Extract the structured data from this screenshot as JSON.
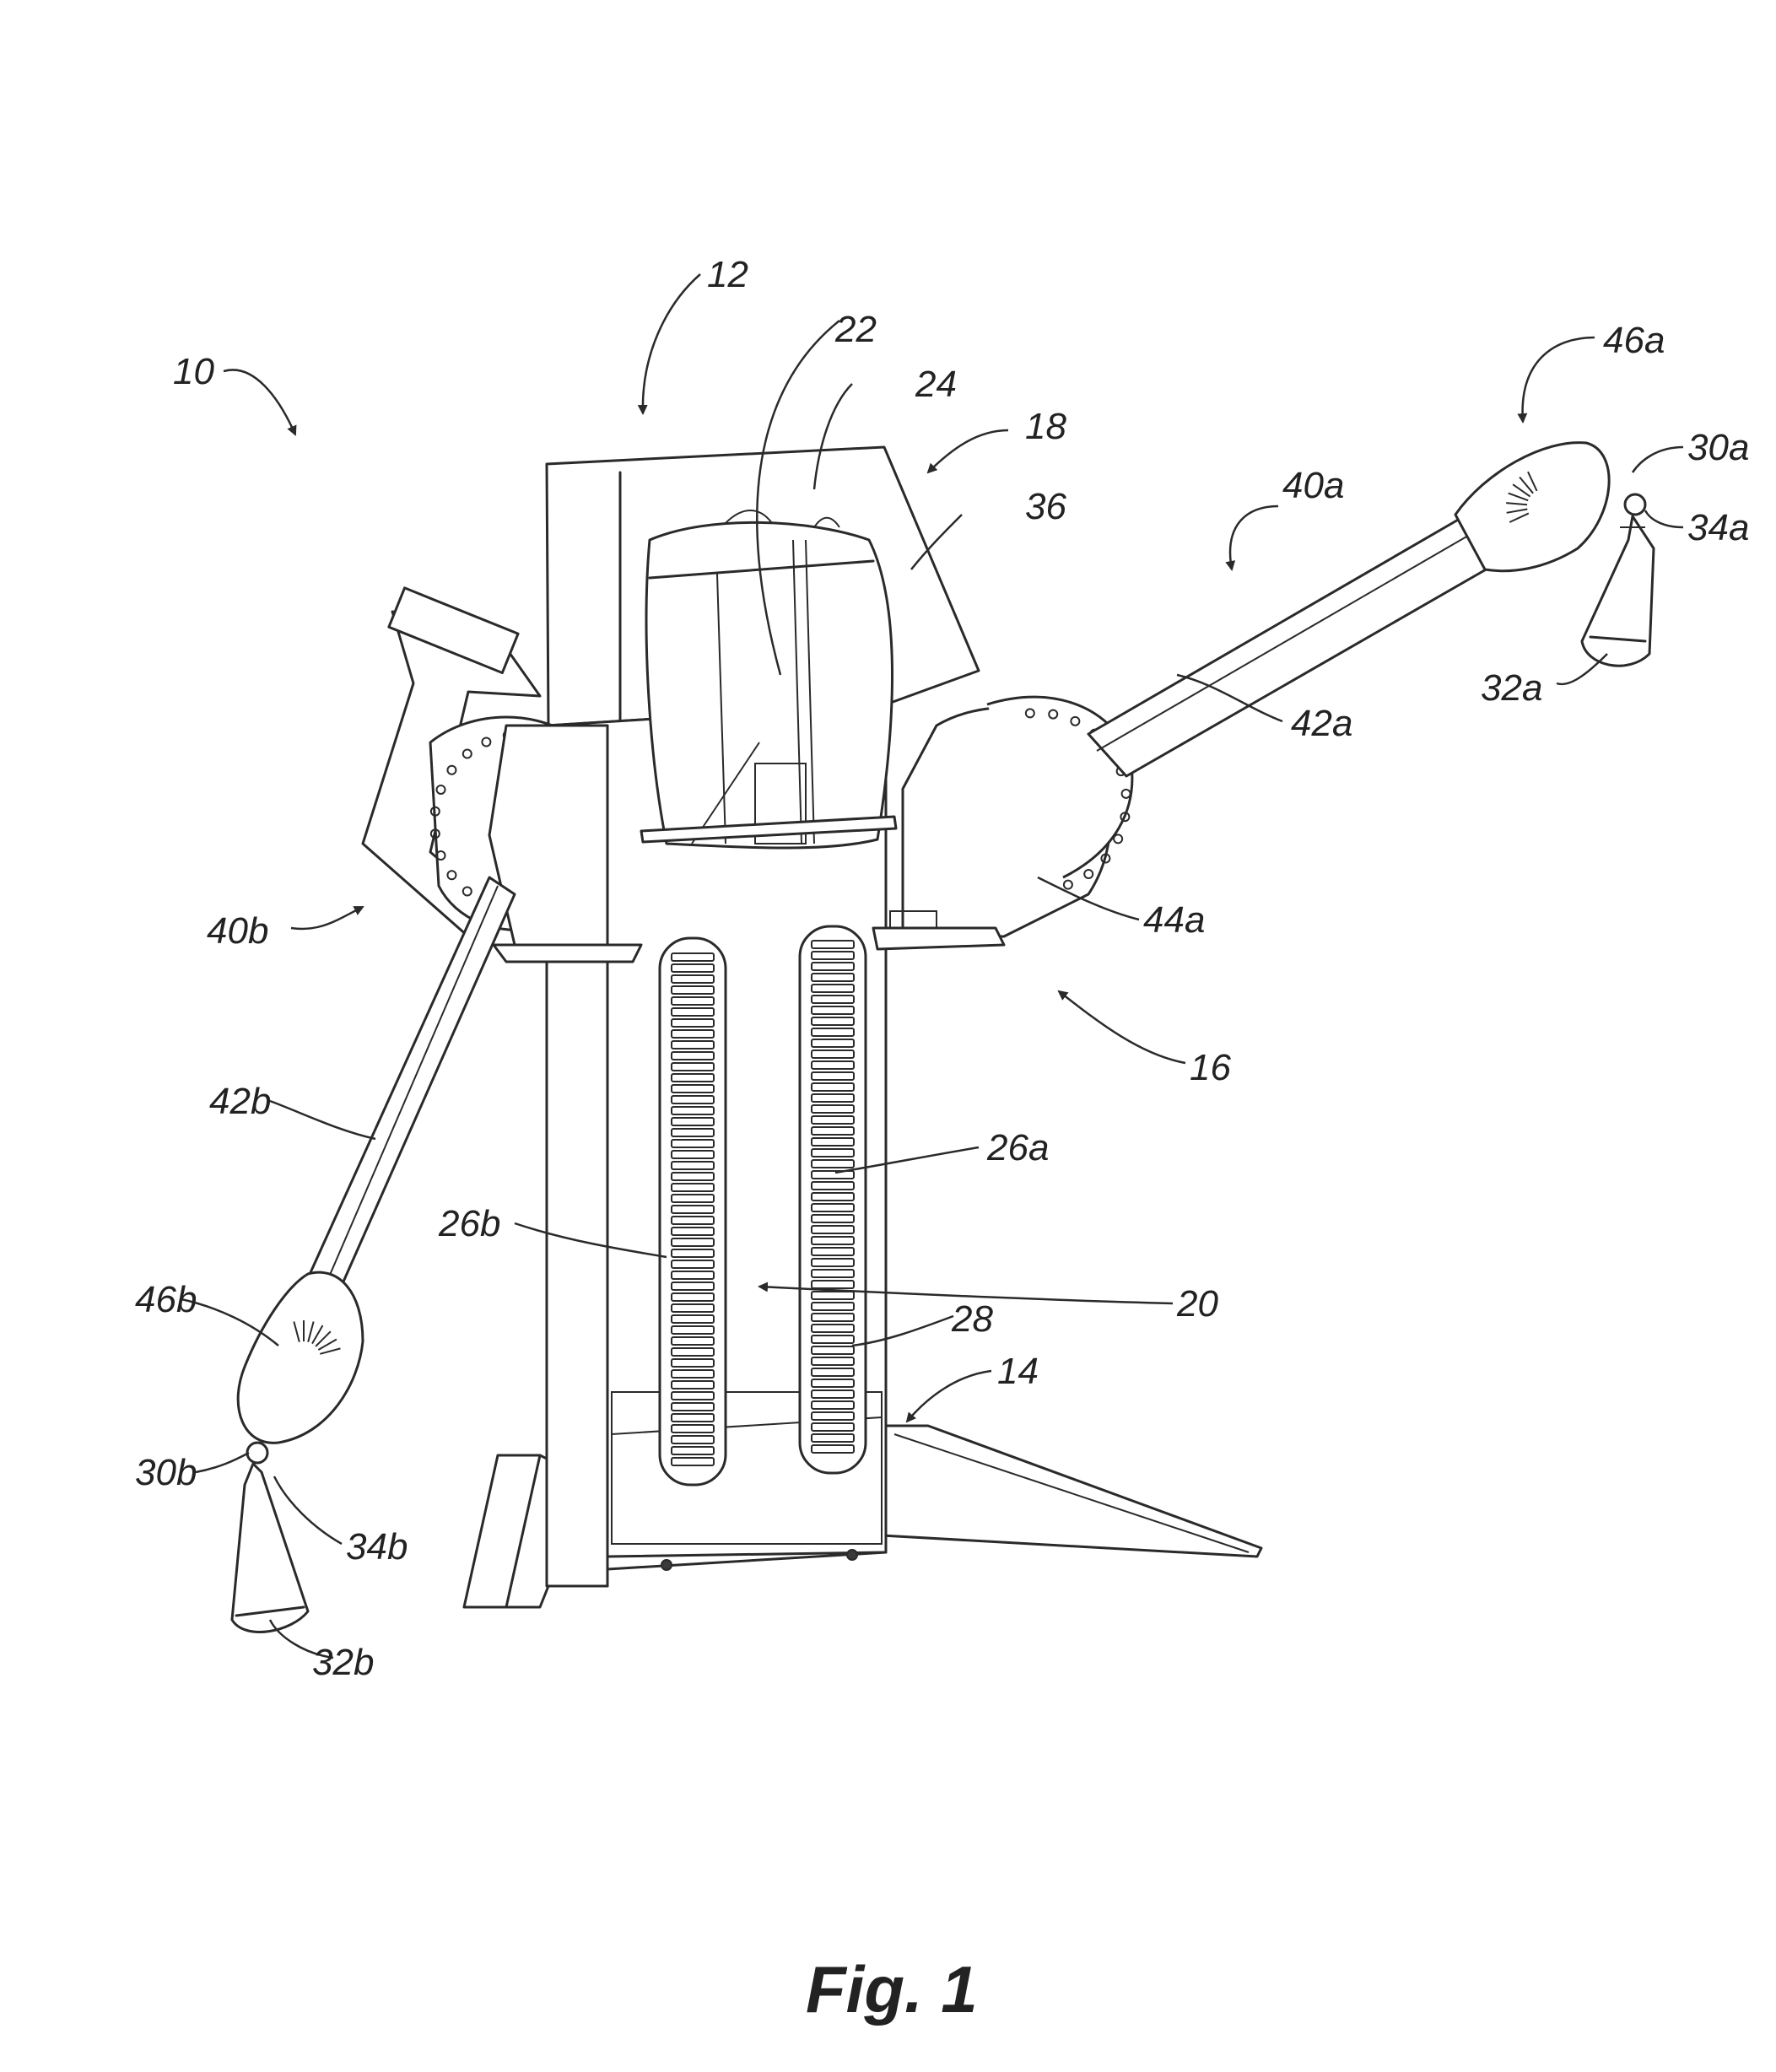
{
  "figure": {
    "caption": "Fig. 1",
    "labels": {
      "l10": "10",
      "l12": "12",
      "l22": "22",
      "l24": "24",
      "l18": "18",
      "l36": "36",
      "l40a": "40a",
      "l46a": "46a",
      "l30a": "30a",
      "l34a": "34a",
      "l32a": "32a",
      "l42a": "42a",
      "l44a": "44a",
      "l16": "16",
      "l40b": "40b",
      "l42b": "42b",
      "l26a": "26a",
      "l26b": "26b",
      "l20": "20",
      "l28": "28",
      "l14": "14",
      "l46b": "46b",
      "l30b": "30b",
      "l34b": "34b",
      "l32b": "32b"
    }
  }
}
